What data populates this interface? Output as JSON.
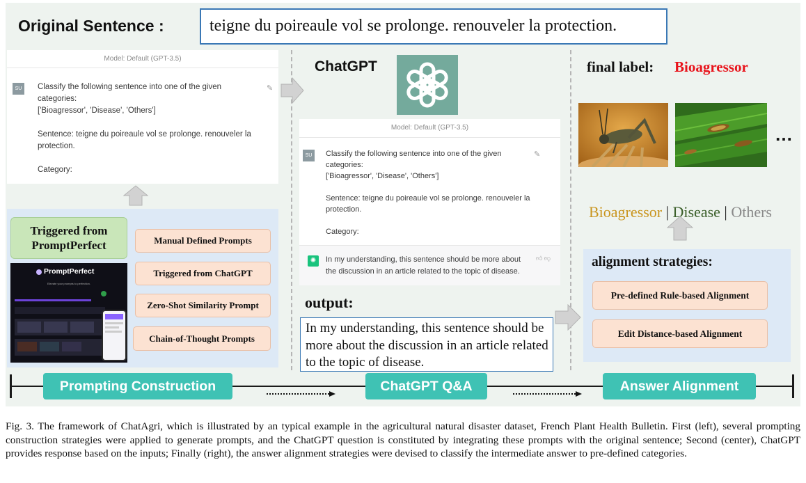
{
  "header": {
    "label": "Original Sentence :",
    "sentence": "teigne du poireaule vol se prolonge. renouveler la protection."
  },
  "chat": {
    "model_label": "Model: Default (GPT-3.5)",
    "avatar": "SU",
    "prompt_text": "Classify the following sentence into one of the given\ncategories:\n['Bioagressor', 'Disease', 'Others']\n\nSentence: teigne du poireaule vol se prolonge. renouveler la\nprotection.\n\nCategory:",
    "response_text": "In my understanding, this sentence should be more about\nthe discussion in an article related to the topic of disease."
  },
  "left": {
    "triggered_label": "Triggered from\nPromptPerfect",
    "app_title": "PromptPerfect",
    "app_subtitle": "Elevate your prompts to perfection.",
    "prompt_methods": [
      "Manual Defined Prompts",
      "Triggered from ChatGPT",
      "Zero-Shot Similarity Prompt",
      "Chain-of-Thought Prompts"
    ]
  },
  "center": {
    "title": "ChatGPT",
    "logo_icon": "openai-logo-icon",
    "output_label": "output:",
    "output_text": "In my understanding, this sentence should be more about the discussion in an article related to the topic of disease."
  },
  "right": {
    "final_label": "final label:",
    "final_value": "Bioagressor",
    "ellipsis": "…",
    "categories": [
      {
        "text": "Bioagressor",
        "color": "#c9951e"
      },
      {
        "text": " | ",
        "color": "#222222"
      },
      {
        "text": "Disease",
        "color": "#3b5f2a"
      },
      {
        "text": " | ",
        "color": "#222222"
      },
      {
        "text": "Others",
        "color": "#8a8a8a"
      }
    ],
    "strategies_title": "alignment strategies:",
    "strategies": [
      "Pre-defined Rule-based Alignment",
      "Edit Distance-based Alignment"
    ]
  },
  "stages": [
    "Prompting Construction",
    "ChatGPT Q&A",
    "Answer Alignment"
  ],
  "caption": "Fig. 3.  The framework of ChatAgri, which is illustrated by an typical example in the agricultural natural disaster dataset, French Plant Health Bulletin. First (left), several prompting construction strategies were applied to generate prompts, and the ChatGPT question is constituted by integrating these prompts with the original sentence; Second (center), ChatGPT provides response based on the inputs; Finally (right), the answer alignment strategies were devised to classify the intermediate answer to pre-defined categories.",
  "colors": {
    "accent_teal": "#3fc2b4",
    "openai_green": "#74aa9c",
    "bioagressor_red": "#e8131b",
    "prompt_fill": "#fce2d2",
    "panel_blue": "#dde9f6"
  }
}
